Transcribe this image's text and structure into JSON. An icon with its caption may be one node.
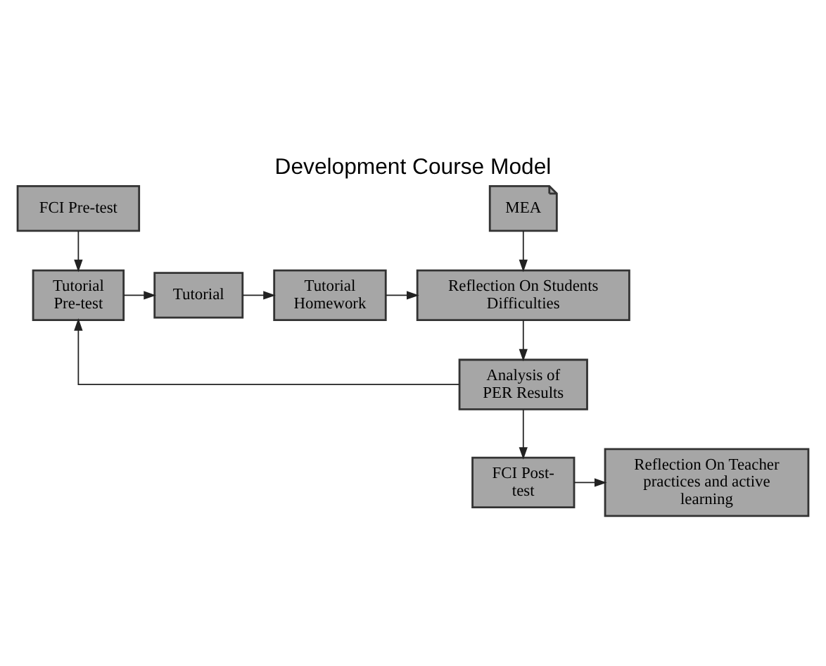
{
  "diagram": {
    "title": "Development Course Model",
    "nodes": [
      {
        "text": [
          "FCI Pre-test"
        ]
      },
      {
        "text": [
          "Tutorial Pre-test"
        ]
      },
      {
        "text": [
          "Tutorial"
        ]
      },
      {
        "text": [
          "Tutorial Homework"
        ]
      },
      {
        "text": [
          "Reflection On Students Difficulties"
        ]
      },
      {
        "text": [
          "MEA"
        ]
      },
      {
        "text": [
          "Analysis of PER Results"
        ]
      },
      {
        "text": [
          "FCI Post-test"
        ]
      },
      {
        "text": [
          "Reflection On Teacher practices and active learning"
        ]
      }
    ],
    "edges": [
      {
        "from": 0,
        "to": 1,
        "arrow": "to"
      },
      {
        "from": 1,
        "to": 2,
        "arrow": "to"
      },
      {
        "from": 2,
        "to": 3,
        "arrow": "to"
      },
      {
        "from": 3,
        "to": 4,
        "arrow": "to"
      },
      {
        "from": 5,
        "to": 4,
        "arrow": "to"
      },
      {
        "from": 4,
        "to": 6,
        "arrow": "to"
      },
      {
        "from": 6,
        "to": 1,
        "arrow": "to"
      },
      {
        "from": 6,
        "to": 7,
        "arrow": "to"
      },
      {
        "from": 7,
        "to": 8,
        "arrow": "to"
      }
    ]
  }
}
